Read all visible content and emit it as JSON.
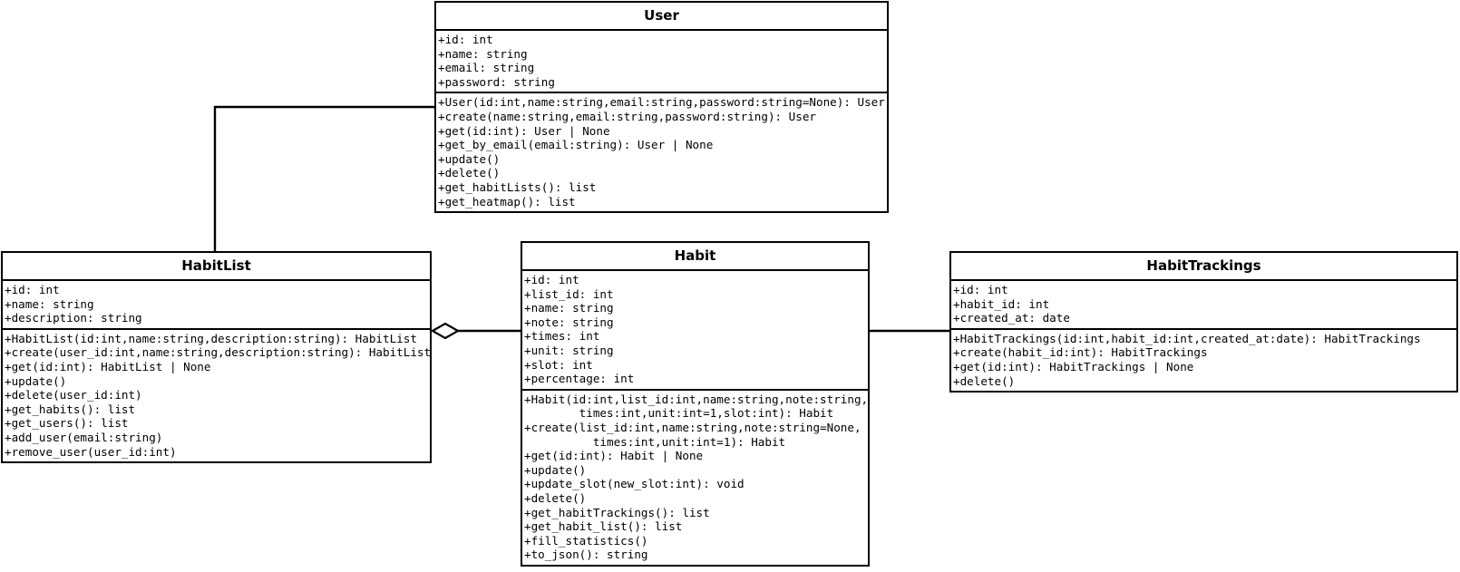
{
  "diagram": {
    "title": "Habit Tracker UML Class Diagram",
    "type": "uml-class-diagram",
    "background_color": "#ffffff",
    "line_color": "#000000"
  },
  "classes": [
    {
      "key": "user",
      "name": "User",
      "attributes": [
        "+id: int",
        "+name: string",
        "+email: string",
        "+password: string"
      ],
      "methods": [
        "+User(id:int,name:string,email:string,password:string=None): User",
        "+create(name:string,email:string,password:string): User",
        "+get(id:int): User | None",
        "+get_by_email(email:string): User | None",
        "+update()",
        "+delete()",
        "+get_habitLists(): list",
        "+get_heatmap(): list"
      ]
    },
    {
      "key": "habitlist",
      "name": "HabitList",
      "attributes": [
        "+id: int",
        "+name: string",
        "+description: string"
      ],
      "methods": [
        "+HabitList(id:int,name:string,description:string): HabitList",
        "+create(user_id:int,name:string,description:string): HabitList",
        "+get(id:int): HabitList | None",
        "+update()",
        "+delete(user_id:int)",
        "+get_habits(): list",
        "+get_users(): list",
        "+add_user(email:string)",
        "+remove_user(user_id:int)"
      ]
    },
    {
      "key": "habit",
      "name": "Habit",
      "attributes": [
        "+id: int",
        "+list_id: int",
        "+name: string",
        "+note: string",
        "+times: int",
        "+unit: string",
        "+slot: int",
        "+percentage: int"
      ],
      "methods": [
        "+Habit(id:int,list_id:int,name:string,note:string,",
        "        times:int,unit:int=1,slot:int): Habit",
        "+create(list_id:int,name:string,note:string=None,",
        "          times:int,unit:int=1): Habit",
        "+get(id:int): Habit | None",
        "+update()",
        "+update_slot(new_slot:int): void",
        "+delete()",
        "+get_habitTrackings(): list",
        "+get_habit_list(): list",
        "+fill_statistics()",
        "+to_json(): string"
      ]
    },
    {
      "key": "habittrackings",
      "name": "HabitTrackings",
      "attributes": [
        "+id: int",
        "+habit_id: int",
        "+created_at: date"
      ],
      "methods": [
        "+HabitTrackings(id:int,habit_id:int,created_at:date): HabitTrackings",
        "+create(habit_id:int): HabitTrackings",
        "+get(id:int): HabitTrackings | None",
        "+delete()"
      ]
    }
  ],
  "relationships": [
    {
      "from": "User",
      "to": "HabitList",
      "style": "elbow",
      "decoration": "none"
    },
    {
      "from": "HabitList",
      "to": "Habit",
      "style": "straight",
      "decoration": "aggregation-diamond"
    },
    {
      "from": "Habit",
      "to": "HabitTrackings",
      "style": "straight",
      "decoration": "none"
    }
  ]
}
